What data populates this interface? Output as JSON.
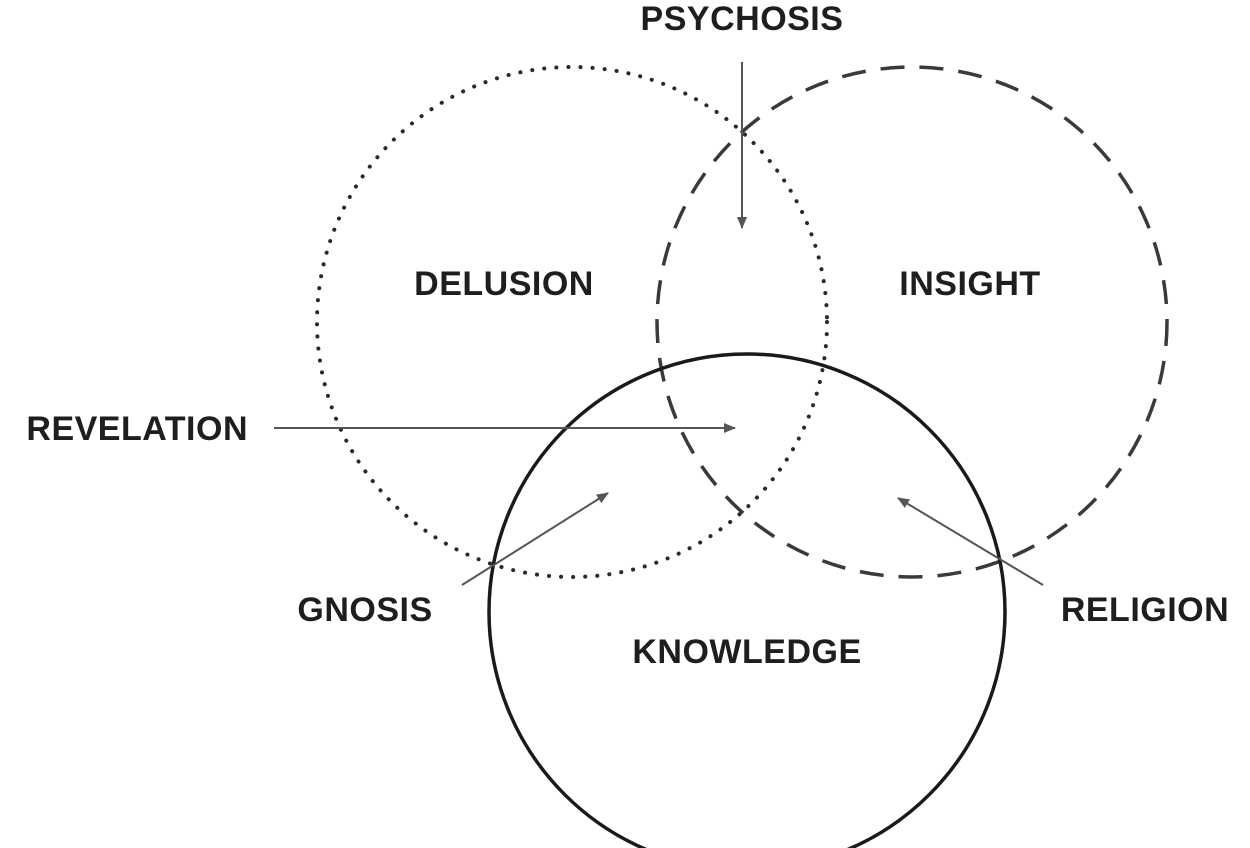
{
  "diagram": {
    "sets": {
      "delusion": {
        "label": "DELUSION",
        "stroke": "dotted"
      },
      "insight": {
        "label": "INSIGHT",
        "stroke": "dashed"
      },
      "knowledge": {
        "label": "KNOWLEDGE",
        "stroke": "solid"
      }
    },
    "intersections": {
      "psychosis": {
        "label": "PSYCHOSIS",
        "between": [
          "delusion",
          "insight"
        ]
      },
      "revelation": {
        "label": "REVELATION",
        "between": [
          "delusion",
          "insight",
          "knowledge"
        ]
      },
      "gnosis": {
        "label": "GNOSIS",
        "between": [
          "delusion",
          "knowledge"
        ]
      },
      "religion": {
        "label": "RELIGION",
        "between": [
          "insight",
          "knowledge"
        ]
      }
    },
    "colors": {
      "ink": "#1e1e1e",
      "arrow": "#555555",
      "background": "#ffffff"
    }
  }
}
